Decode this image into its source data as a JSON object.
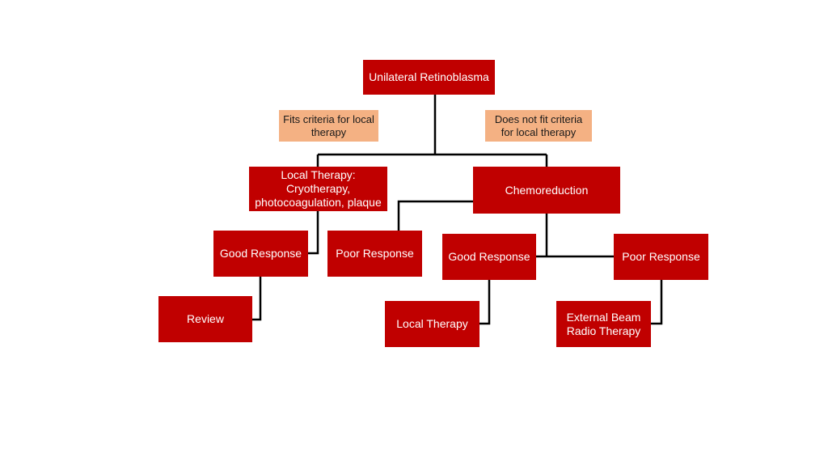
{
  "colors": {
    "node_fill": "#c00000",
    "label_fill": "#f4b183",
    "line": "#000000",
    "node_text": "#ffffff"
  },
  "nodes": {
    "root": "Unilateral Retinoblasma",
    "fits_criteria": "Fits criteria for local therapy",
    "not_fit_criteria": "Does not fit criteria for local therapy",
    "local_therapy_options": "Local Therapy: Cryotherapy, photocoagulation, plaque",
    "chemoreduction": "Chemoreduction",
    "local_good_response": "Good Response",
    "local_poor_response": "Poor Response",
    "chemo_good_response": "Good Response",
    "chemo_poor_response": "Poor Response",
    "review": "Review",
    "local_therapy": "Local Therapy",
    "external_beam": "External Beam Radio Therapy"
  }
}
